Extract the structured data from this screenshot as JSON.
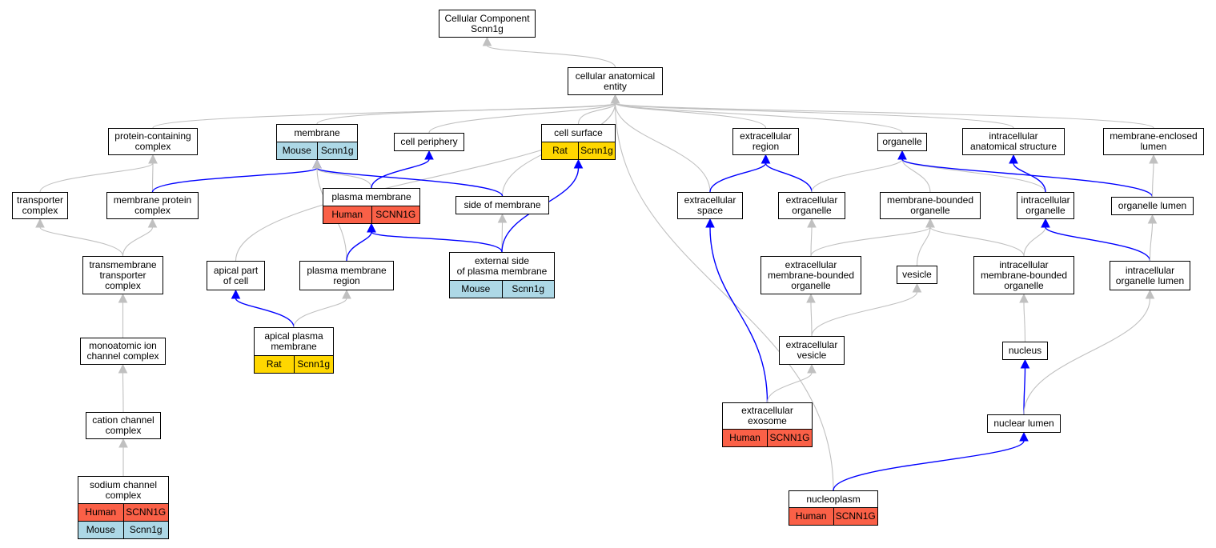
{
  "colors": {
    "is_a": "#c0c0c0",
    "part_of": "#0000ff",
    "human": "#fa6047",
    "mouse": "#add8e6",
    "rat": "#ffd700"
  },
  "nodes": {
    "root": {
      "label": "Cellular Component\nScnn1g"
    },
    "cae": {
      "label": "cellular anatomical\nentity"
    },
    "pcc": {
      "label": "protein-containing\ncomplex"
    },
    "mem": {
      "label": "membrane",
      "rows": [
        [
          "Mouse",
          "Scnn1g"
        ]
      ]
    },
    "cper": {
      "label": "cell periphery"
    },
    "csurf": {
      "label": "cell surface",
      "rows": [
        [
          "Rat",
          "Scnn1g"
        ]
      ]
    },
    "ecreg": {
      "label": "extracellular\nregion"
    },
    "org": {
      "label": "organelle"
    },
    "ias": {
      "label": "intracellular\nanatomical structure"
    },
    "mel": {
      "label": "membrane-enclosed\nlumen"
    },
    "tc": {
      "label": "transporter\ncomplex"
    },
    "mpc": {
      "label": "membrane protein\ncomplex"
    },
    "pm": {
      "label": "plasma membrane",
      "rows": [
        [
          "Human",
          "SCNN1G"
        ]
      ]
    },
    "som": {
      "label": "side of membrane"
    },
    "ecs": {
      "label": "extracellular\nspace"
    },
    "eco": {
      "label": "extracellular\norganelle"
    },
    "mbo": {
      "label": "membrane-bounded\norganelle"
    },
    "io": {
      "label": "intracellular\norganelle"
    },
    "ol": {
      "label": "organelle lumen"
    },
    "ttc": {
      "label": "transmembrane\ntransporter\ncomplex"
    },
    "apc": {
      "label": "apical part\nof cell"
    },
    "pmr": {
      "label": "plasma membrane\nregion"
    },
    "espm": {
      "label": "external side\nof plasma membrane",
      "rows": [
        [
          "Mouse",
          "Scnn1g"
        ]
      ]
    },
    "embo": {
      "label": "extracellular\nmembrane-bounded\norganelle"
    },
    "ves": {
      "label": "vesicle"
    },
    "imbo": {
      "label": "intracellular\nmembrane-bounded\norganelle"
    },
    "iol": {
      "label": "intracellular\norganelle lumen"
    },
    "mic": {
      "label": "monoatomic ion\nchannel complex"
    },
    "apm": {
      "label": "apical plasma\nmembrane",
      "rows": [
        [
          "Rat",
          "Scnn1g"
        ]
      ]
    },
    "ev": {
      "label": "extracellular\nvesicle"
    },
    "nuc": {
      "label": "nucleus"
    },
    "ccc": {
      "label": "cation channel\ncomplex"
    },
    "exo": {
      "label": "extracellular\nexosome",
      "rows": [
        [
          "Human",
          "SCNN1G"
        ]
      ]
    },
    "nl": {
      "label": "nuclear lumen"
    },
    "scc": {
      "label": "sodium channel\ncomplex",
      "rows": [
        [
          "Human",
          "SCNN1G"
        ],
        [
          "Mouse",
          "Scnn1g"
        ]
      ]
    },
    "np": {
      "label": "nucleoplasm",
      "rows": [
        [
          "Human",
          "SCNN1G"
        ]
      ]
    }
  },
  "edges": [
    {
      "from": "cae",
      "to": "root",
      "type": "is_a"
    },
    {
      "from": "pcc",
      "to": "cae",
      "type": "is_a"
    },
    {
      "from": "mem",
      "to": "cae",
      "type": "is_a"
    },
    {
      "from": "cper",
      "to": "cae",
      "type": "is_a"
    },
    {
      "from": "csurf",
      "to": "cae",
      "type": "is_a"
    },
    {
      "from": "ecreg",
      "to": "cae",
      "type": "is_a"
    },
    {
      "from": "org",
      "to": "cae",
      "type": "is_a"
    },
    {
      "from": "ias",
      "to": "cae",
      "type": "is_a"
    },
    {
      "from": "mel",
      "to": "cae",
      "type": "is_a"
    },
    {
      "from": "apc",
      "to": "cae",
      "type": "is_a"
    },
    {
      "from": "som",
      "to": "cae",
      "type": "is_a"
    },
    {
      "from": "ecs",
      "to": "cae",
      "type": "is_a"
    },
    {
      "from": "np",
      "to": "cae",
      "type": "is_a"
    },
    {
      "from": "tc",
      "to": "pcc",
      "type": "is_a"
    },
    {
      "from": "mpc",
      "to": "pcc",
      "type": "is_a"
    },
    {
      "from": "mpc",
      "to": "mem",
      "type": "part_of"
    },
    {
      "from": "pm",
      "to": "mem",
      "type": "is_a"
    },
    {
      "from": "pm",
      "to": "cper",
      "type": "part_of"
    },
    {
      "from": "som",
      "to": "mem",
      "type": "part_of"
    },
    {
      "from": "pmr",
      "to": "mem",
      "type": "is_a"
    },
    {
      "from": "pmr",
      "to": "pm",
      "type": "part_of"
    },
    {
      "from": "espm",
      "to": "pm",
      "type": "part_of"
    },
    {
      "from": "espm",
      "to": "som",
      "type": "is_a"
    },
    {
      "from": "espm",
      "to": "csurf",
      "type": "part_of"
    },
    {
      "from": "ecs",
      "to": "ecreg",
      "type": "part_of"
    },
    {
      "from": "eco",
      "to": "ecreg",
      "type": "part_of"
    },
    {
      "from": "eco",
      "to": "org",
      "type": "is_a"
    },
    {
      "from": "mbo",
      "to": "org",
      "type": "is_a"
    },
    {
      "from": "io",
      "to": "org",
      "type": "is_a"
    },
    {
      "from": "io",
      "to": "ias",
      "type": "part_of"
    },
    {
      "from": "ol",
      "to": "org",
      "type": "part_of"
    },
    {
      "from": "ol",
      "to": "mel",
      "type": "is_a"
    },
    {
      "from": "ttc",
      "to": "tc",
      "type": "is_a"
    },
    {
      "from": "ttc",
      "to": "mpc",
      "type": "is_a"
    },
    {
      "from": "embo",
      "to": "eco",
      "type": "is_a"
    },
    {
      "from": "embo",
      "to": "mbo",
      "type": "is_a"
    },
    {
      "from": "ves",
      "to": "mbo",
      "type": "is_a"
    },
    {
      "from": "imbo",
      "to": "mbo",
      "type": "is_a"
    },
    {
      "from": "imbo",
      "to": "io",
      "type": "is_a"
    },
    {
      "from": "iol",
      "to": "io",
      "type": "part_of"
    },
    {
      "from": "iol",
      "to": "ol",
      "type": "is_a"
    },
    {
      "from": "mic",
      "to": "ttc",
      "type": "is_a"
    },
    {
      "from": "apm",
      "to": "apc",
      "type": "part_of"
    },
    {
      "from": "apm",
      "to": "pmr",
      "type": "is_a"
    },
    {
      "from": "ev",
      "to": "embo",
      "type": "is_a"
    },
    {
      "from": "ev",
      "to": "ves",
      "type": "is_a"
    },
    {
      "from": "nuc",
      "to": "imbo",
      "type": "is_a"
    },
    {
      "from": "ccc",
      "to": "mic",
      "type": "is_a"
    },
    {
      "from": "exo",
      "to": "ecs",
      "type": "part_of"
    },
    {
      "from": "exo",
      "to": "ev",
      "type": "is_a"
    },
    {
      "from": "nl",
      "to": "nuc",
      "type": "part_of"
    },
    {
      "from": "nl",
      "to": "iol",
      "type": "is_a"
    },
    {
      "from": "scc",
      "to": "ccc",
      "type": "is_a"
    },
    {
      "from": "np",
      "to": "nl",
      "type": "part_of"
    }
  ]
}
